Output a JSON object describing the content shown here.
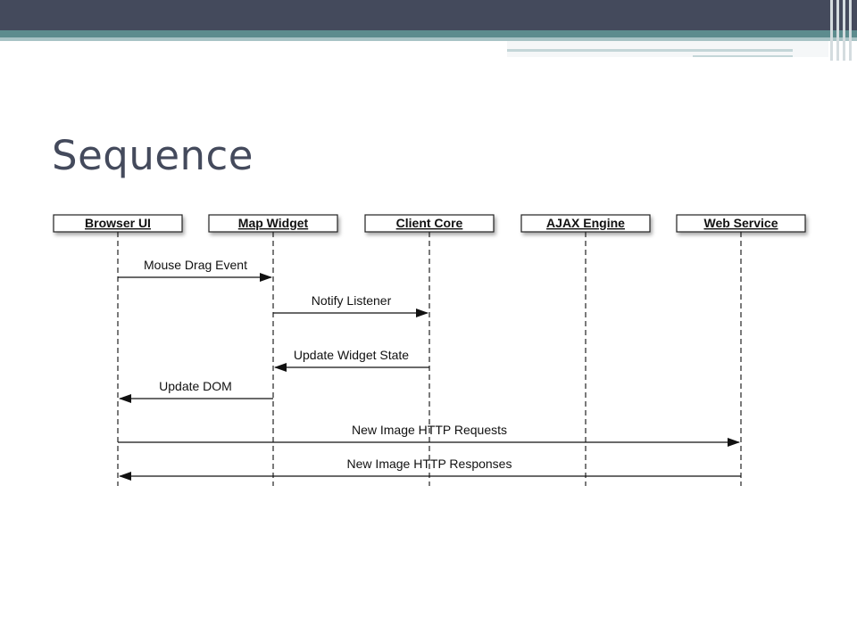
{
  "slide": {
    "title": "Sequence"
  },
  "diagram": {
    "lifelines": [
      {
        "name": "Browser UI"
      },
      {
        "name": "Map Widget"
      },
      {
        "name": "Client Core"
      },
      {
        "name": "AJAX Engine"
      },
      {
        "name": "Web Service"
      }
    ],
    "messages": [
      {
        "label": "Mouse Drag Event",
        "from": 0,
        "to": 1
      },
      {
        "label": "Notify Listener",
        "from": 1,
        "to": 2
      },
      {
        "label": "Update Widget State",
        "from": 2,
        "to": 1
      },
      {
        "label": "Update DOM",
        "from": 1,
        "to": 0
      },
      {
        "label": "New Image HTTP Requests",
        "from": 0,
        "to": 4
      },
      {
        "label": "New Image HTTP Responses",
        "from": 4,
        "to": 0
      }
    ]
  }
}
